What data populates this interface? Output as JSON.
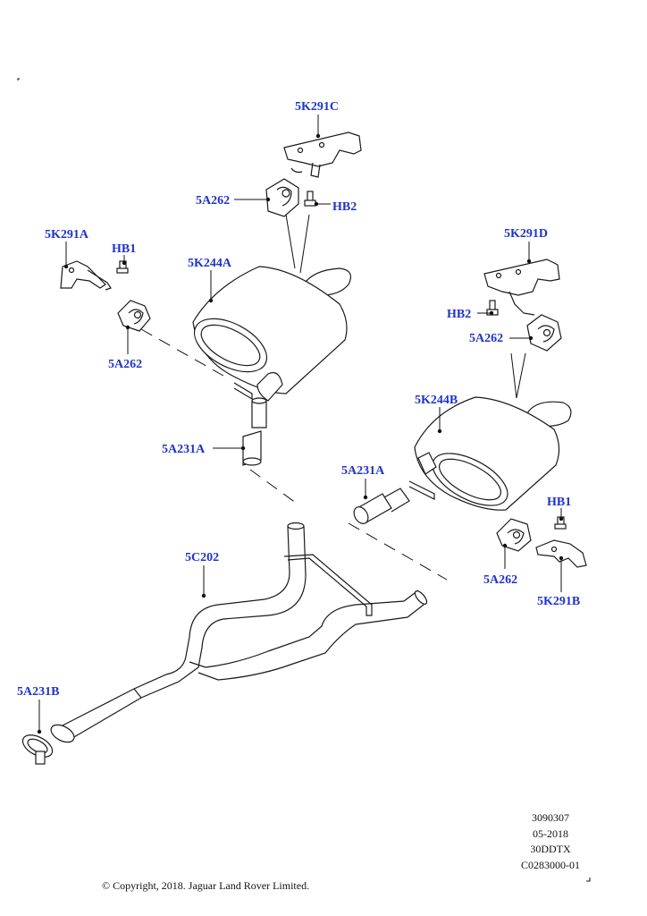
{
  "callouts": {
    "k291c_top": "5K291C",
    "a262_top": "5A262",
    "hb2_top": "HB2",
    "k291a": "5K291A",
    "hb1_left": "HB1",
    "k244a": "5K244A",
    "a262_left": "5A262",
    "k291d": "5K291D",
    "hb2_right": "HB2",
    "a262_right_top": "5A262",
    "k244b": "5K244B",
    "a231a_left": "5A231A",
    "a231a_right": "5A231A",
    "hb1_right": "HB1",
    "a262_right_bottom": "5A262",
    "k291b": "5K291B",
    "c202": "5C202",
    "a231b": "5A231B"
  },
  "reference": {
    "number": "3090307",
    "date": "05-2018",
    "code": "30DDTX",
    "illustration": "C0283000-01"
  },
  "copyright": "© Copyright, 2018. Jaguar Land Rover Limited.",
  "colors": {
    "callout": "#1f33c8",
    "line": "#1a1a1a",
    "background": "#ffffff"
  }
}
